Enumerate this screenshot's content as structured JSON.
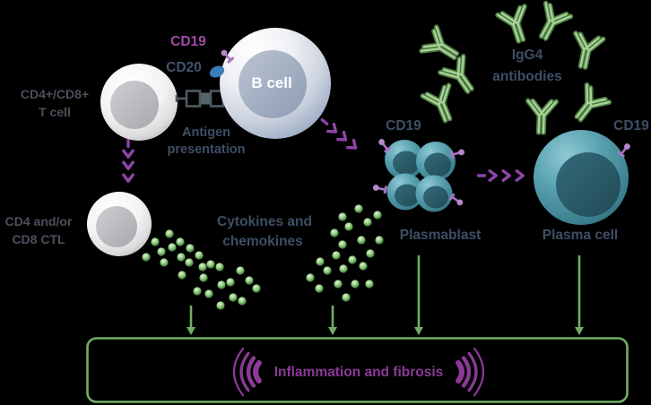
{
  "labels": {
    "t_cell": [
      "CD4+/CD8+",
      "T cell"
    ],
    "cd19_b_cell": "CD19",
    "cd20": "CD20",
    "b_cell": "B cell",
    "antigen_presentation": [
      "Antigen",
      "presentation"
    ],
    "ctl": [
      "CD4 and/or",
      "CD8 CTL"
    ],
    "cytokines": [
      "Cytokines and",
      "chemokines"
    ],
    "cd19_plasmablast": "CD19",
    "plasmablast": "Plasmablast",
    "igg4": [
      "IgG4",
      "antibodies"
    ],
    "cd19_plasma_cell": "CD19",
    "plasma_cell": "Plasma cell",
    "outcome": "Inflammation and fibrosis"
  },
  "colors": {
    "background": "#000000",
    "cd19_label_purple": "#a04ba5",
    "cd20_label_slate": "#44536b",
    "slate_label": "#3e4e65",
    "gray_label": "#4b505c",
    "purple_arrow": "#8e44a8",
    "receptor_purple": "#b587cb",
    "outcome_purple": "#8b3a96",
    "green_arrow": "#6fae62",
    "antibody_green_dark": "#4a7a40",
    "antibody_green_light": "#a8d196",
    "cytokine_green": "#94cd83",
    "teal_cell": "#4f98a8",
    "teal_nucleus": "#2e6272",
    "b_cell_blue_gray": "#96a5bd",
    "cd20_marker_blue": "#3a7fb8"
  }
}
